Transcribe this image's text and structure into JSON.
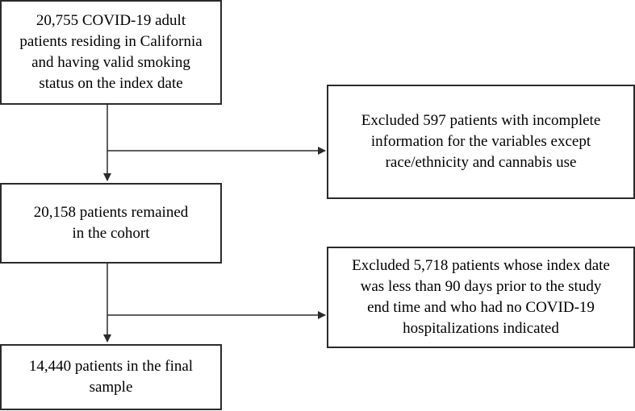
{
  "flowchart": {
    "start_box": {
      "lines": [
        "20,755 COVID-19 adult",
        "patients residing in California",
        "and having valid smoking",
        "status on the index date"
      ]
    },
    "exclusion_1": {
      "lines": [
        "Excluded 597 patients with incomplete",
        "information for the variables except",
        "race/ethnicity and cannabis use"
      ]
    },
    "remaining_box": {
      "lines": [
        "20,158 patients remained",
        "in the cohort"
      ]
    },
    "exclusion_2": {
      "lines": [
        "Excluded 5,718 patients whose index date",
        "was less than 90 days prior to the study",
        "end time and who had no COVID-19",
        "hospitalizations indicated"
      ]
    },
    "final_box": {
      "lines": [
        "14,440 patients in the final",
        "sample"
      ]
    }
  },
  "colors": {
    "border": "#2b2b2b",
    "arrow": "#2b2b2b",
    "text": "#000000",
    "background": "#ffffff"
  }
}
